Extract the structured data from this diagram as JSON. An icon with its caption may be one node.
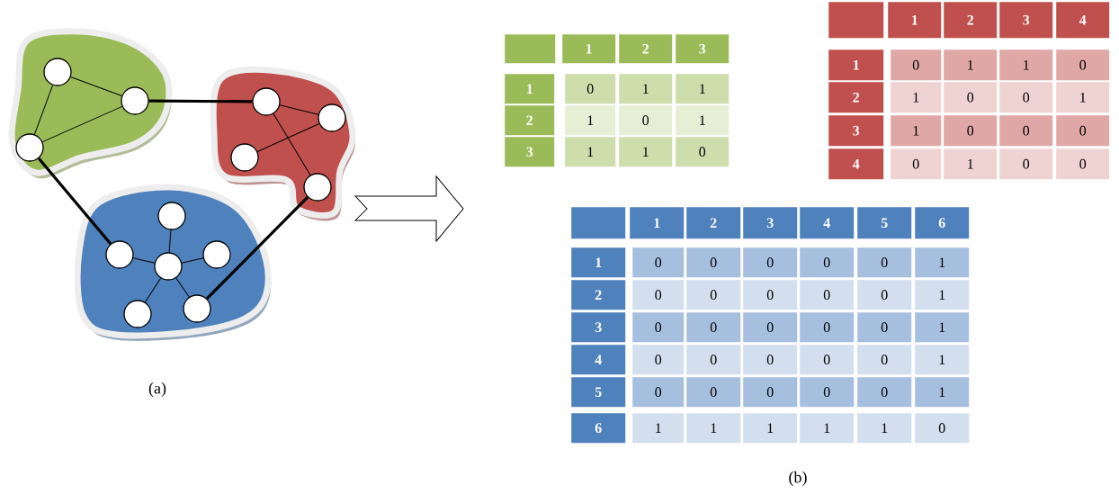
{
  "diagram": {
    "nodes": [
      {
        "text": [],
        "shape": "cloud"
      },
      {
        "text": [],
        "shape": "circle",
        "in": 0
      },
      {
        "text": [],
        "shape": "circle",
        "in": 0
      },
      {
        "text": [],
        "shape": "circle",
        "in": 0
      },
      {
        "text": [],
        "shape": "cloud"
      },
      {
        "text": [],
        "shape": "circle",
        "in": 4
      },
      {
        "text": [],
        "shape": "circle",
        "in": 4
      },
      {
        "text": [],
        "shape": "circle",
        "in": 4
      },
      {
        "text": [],
        "shape": "circle",
        "in": 4
      },
      {
        "text": [],
        "shape": "cloud"
      },
      {
        "text": [],
        "shape": "circle",
        "in": 9
      },
      {
        "text": [],
        "shape": "circle",
        "in": 9
      },
      {
        "text": [],
        "shape": "circle",
        "in": 9
      },
      {
        "text": [],
        "shape": "circle",
        "in": 9
      },
      {
        "text": [],
        "shape": "circle",
        "in": 9
      },
      {
        "text": [],
        "shape": "circle",
        "in": 9
      }
    ],
    "edges": [
      {
        "from": 1,
        "to": 2,
        "arrow": "none"
      },
      {
        "from": 1,
        "to": 3,
        "arrow": "none"
      },
      {
        "from": 2,
        "to": 3,
        "arrow": "none"
      },
      {
        "from": 5,
        "to": 6,
        "arrow": "none"
      },
      {
        "from": 6,
        "to": 7,
        "arrow": "none"
      },
      {
        "from": 5,
        "to": 8,
        "arrow": "none"
      },
      {
        "from": 10,
        "to": 12,
        "arrow": "none"
      },
      {
        "from": 11,
        "to": 12,
        "arrow": "none"
      },
      {
        "from": 12,
        "to": 13,
        "arrow": "none"
      },
      {
        "from": 12,
        "to": 14,
        "arrow": "none"
      },
      {
        "from": 12,
        "to": 15,
        "arrow": "none"
      },
      {
        "from": 2,
        "to": 5,
        "arrow": "none",
        "style": "thick"
      },
      {
        "from": 3,
        "to": 11,
        "arrow": "none",
        "style": "thick"
      },
      {
        "from": 8,
        "to": 15,
        "arrow": "none",
        "style": "thick"
      }
    ],
    "labels": [
      "1",
      "2",
      "3",
      "1",
      "0",
      "1",
      "1",
      "2",
      "1",
      "0",
      "1",
      "3",
      "1",
      "1",
      "0",
      "1",
      "2",
      "3",
      "4",
      "1",
      "0",
      "1",
      "1",
      "0",
      "2",
      "1",
      "0",
      "0",
      "1",
      "3",
      "1",
      "0",
      "0",
      "0",
      "4",
      "0",
      "1",
      "0",
      "0",
      "1",
      "2",
      "3",
      "4",
      "5",
      "6",
      "1",
      "0",
      "0",
      "0",
      "0",
      "0",
      "1",
      "2",
      "0",
      "0",
      "0",
      "0",
      "0",
      "1",
      "3",
      "0",
      "0",
      "0",
      "0",
      "0",
      "1",
      "4",
      "0",
      "0",
      "0",
      "0",
      "0",
      "1",
      "5",
      "0",
      "0",
      "0",
      "0",
      "0",
      "1",
      "6",
      "1",
      "1",
      "1",
      "1",
      "1",
      "0",
      "(a)",
      "(b)"
    ]
  }
}
